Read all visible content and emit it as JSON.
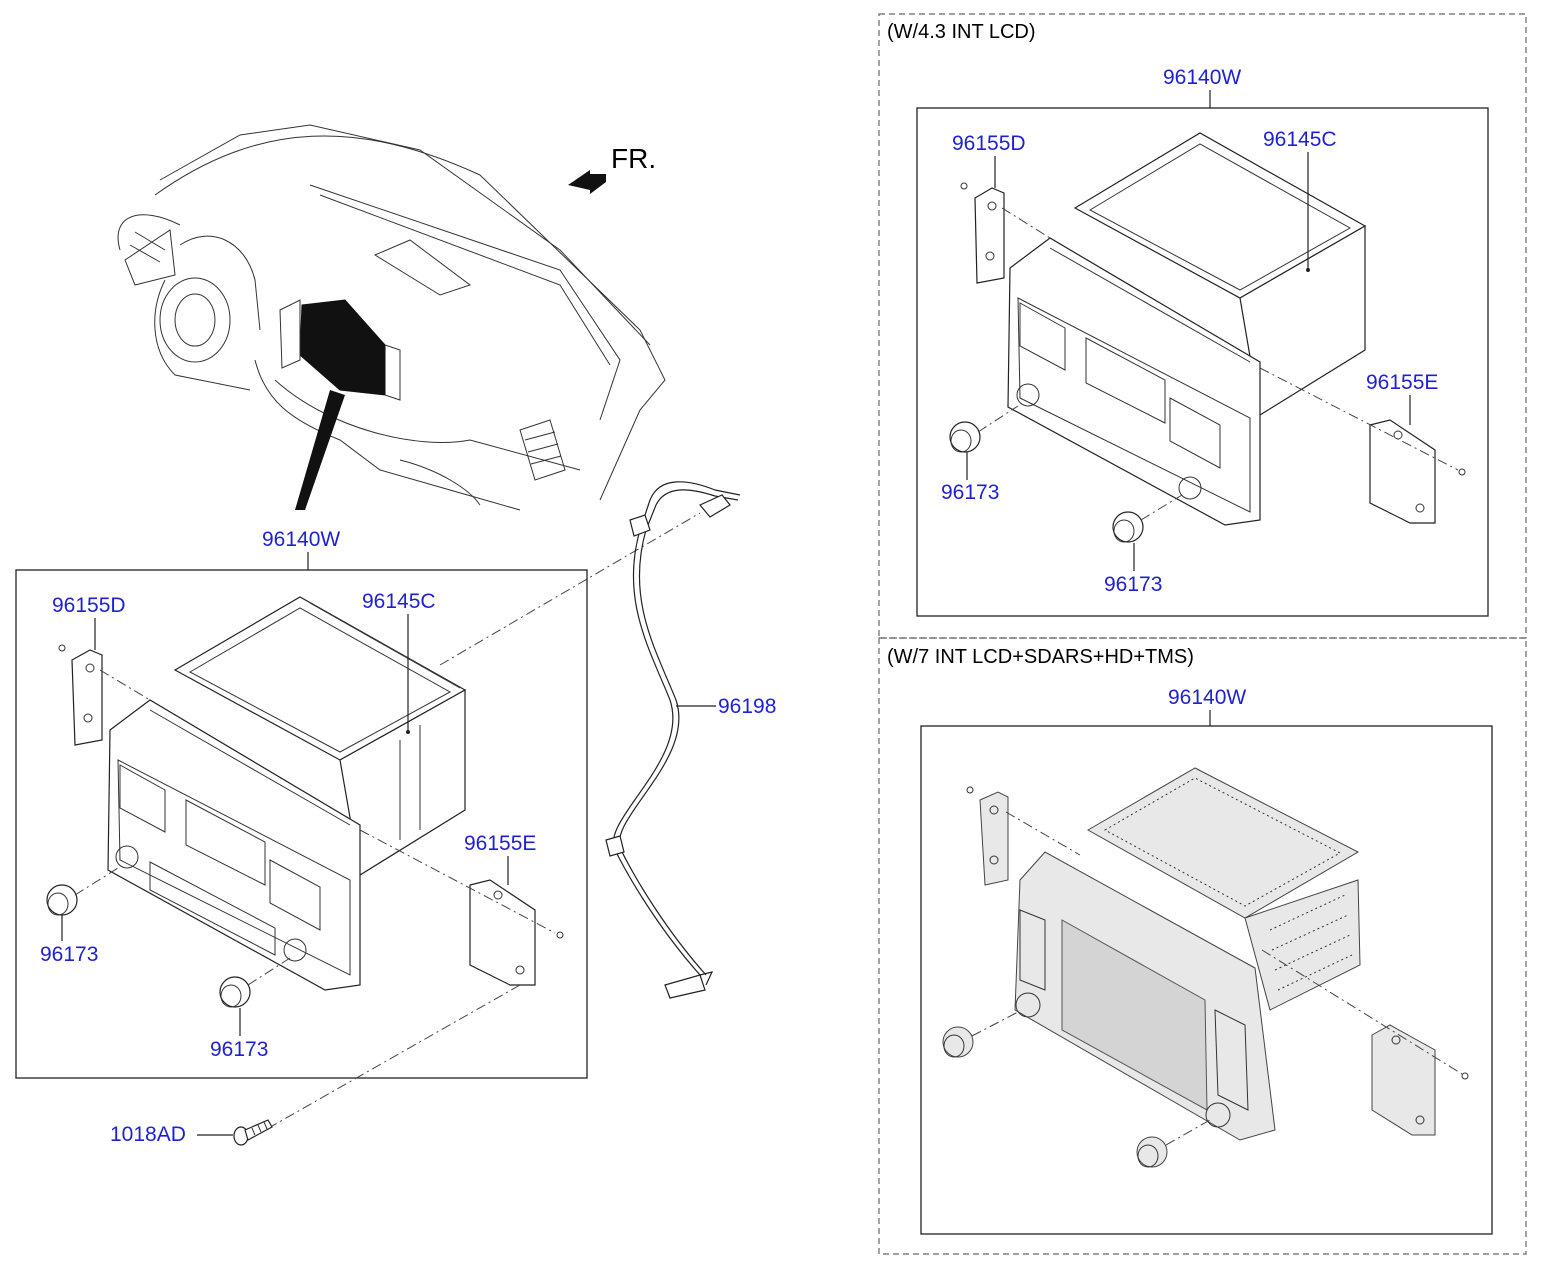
{
  "orientation": "FR.",
  "main": {
    "assembly": "96140W",
    "parts": {
      "bracket_left": "96155D",
      "cover": "96145C",
      "bracket_right": "96155E",
      "knob_left": "96173",
      "knob_right": "96173",
      "cable": "96198",
      "screw": "1018AD"
    }
  },
  "variant_a": {
    "title": "(W/4.3 INT LCD)",
    "assembly": "96140W",
    "parts": {
      "bracket_left": "96155D",
      "cover": "96145C",
      "bracket_right": "96155E",
      "knob_left": "96173",
      "knob_right": "96173"
    }
  },
  "variant_b": {
    "title": "(W/7 INT LCD+SDARS+HD+TMS)",
    "assembly": "96140W"
  }
}
